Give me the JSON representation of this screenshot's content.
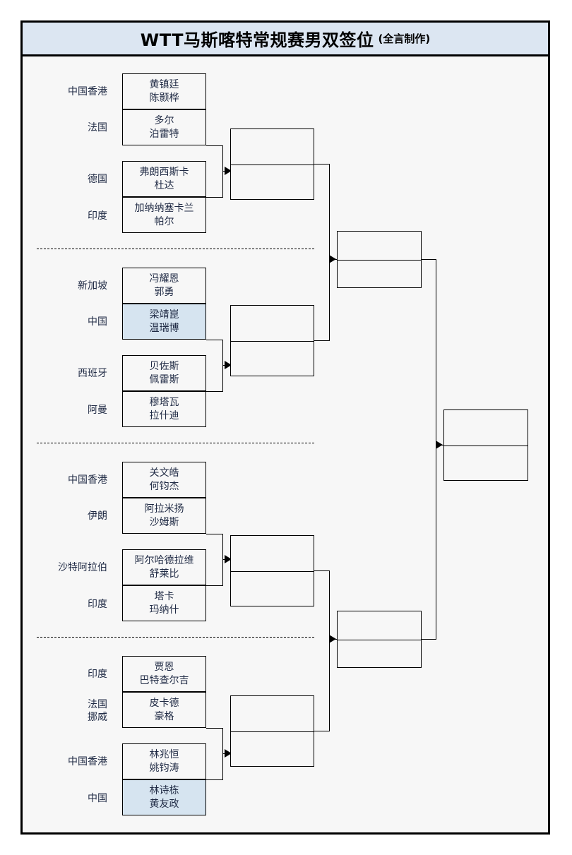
{
  "header": {
    "title_main": "WTT马斯喀特常规赛男双签位",
    "title_sub": "(全言制作)"
  },
  "bracket": {
    "round1": [
      {
        "id": "m1",
        "teams": [
          {
            "country": "中国香港",
            "p1": "黄镇廷",
            "p2": "陈颢桦",
            "highlight": false
          },
          {
            "country": "法国",
            "p1": "多尔",
            "p2": "泊雷特",
            "highlight": false
          }
        ]
      },
      {
        "id": "m2",
        "teams": [
          {
            "country": "德国",
            "p1": "弗朗西斯卡",
            "p2": "杜达",
            "highlight": false
          },
          {
            "country": "印度",
            "p1": "加纳纳塞卡兰",
            "p2": "帕尔",
            "highlight": false
          }
        ]
      },
      {
        "id": "m3",
        "teams": [
          {
            "country": "新加坡",
            "p1": "冯耀恩",
            "p2": "郭勇",
            "highlight": false
          },
          {
            "country": "中国",
            "p1": "梁靖崑",
            "p2": "温瑞博",
            "highlight": true
          }
        ]
      },
      {
        "id": "m4",
        "teams": [
          {
            "country": "西班牙",
            "p1": "贝佐斯",
            "p2": "佩雷斯",
            "highlight": false
          },
          {
            "country": "阿曼",
            "p1": "穆塔瓦",
            "p2": "拉什迪",
            "highlight": false
          }
        ]
      },
      {
        "id": "m5",
        "teams": [
          {
            "country": "中国香港",
            "p1": "关文皓",
            "p2": "何钧杰",
            "highlight": false
          },
          {
            "country": "伊朗",
            "p1": "阿拉米扬",
            "p2": "沙姆斯",
            "highlight": false
          }
        ]
      },
      {
        "id": "m6",
        "teams": [
          {
            "country": "沙特阿拉伯",
            "p1": "阿尔哈德拉维",
            "p2": "舒莱比",
            "highlight": false
          },
          {
            "country": "印度",
            "p1": "塔卡",
            "p2": "玛纳什",
            "highlight": false
          }
        ]
      },
      {
        "id": "m7",
        "teams": [
          {
            "country": "印度",
            "p1": "贾恩",
            "p2": "巴特查尔吉",
            "highlight": false
          },
          {
            "country": "法国\n挪威",
            "p1": "皮卡德",
            "p2": "豪格",
            "highlight": false
          }
        ]
      },
      {
        "id": "m8",
        "teams": [
          {
            "country": "中国香港",
            "p1": "林兆恒",
            "p2": "姚钧涛",
            "highlight": false
          },
          {
            "country": "中国",
            "p1": "林诗栋",
            "p2": "黄友政",
            "highlight": true
          }
        ]
      }
    ],
    "round2": [
      {
        "id": "qf1",
        "top": "",
        "bottom": ""
      },
      {
        "id": "qf2",
        "top": "",
        "bottom": ""
      },
      {
        "id": "qf3",
        "top": "",
        "bottom": ""
      },
      {
        "id": "qf4",
        "top": "",
        "bottom": ""
      }
    ],
    "round3": [
      {
        "id": "sf1",
        "top": "",
        "bottom": ""
      },
      {
        "id": "sf2",
        "top": "",
        "bottom": ""
      }
    ],
    "round4": [
      {
        "id": "final",
        "top": "",
        "bottom": ""
      }
    ]
  },
  "colors": {
    "header_bg": "#dce6f2",
    "highlight_bg": "#d6e4f0",
    "line": "#000000",
    "text": "#1f2a44",
    "panel_bg": "#f7f7f7"
  }
}
